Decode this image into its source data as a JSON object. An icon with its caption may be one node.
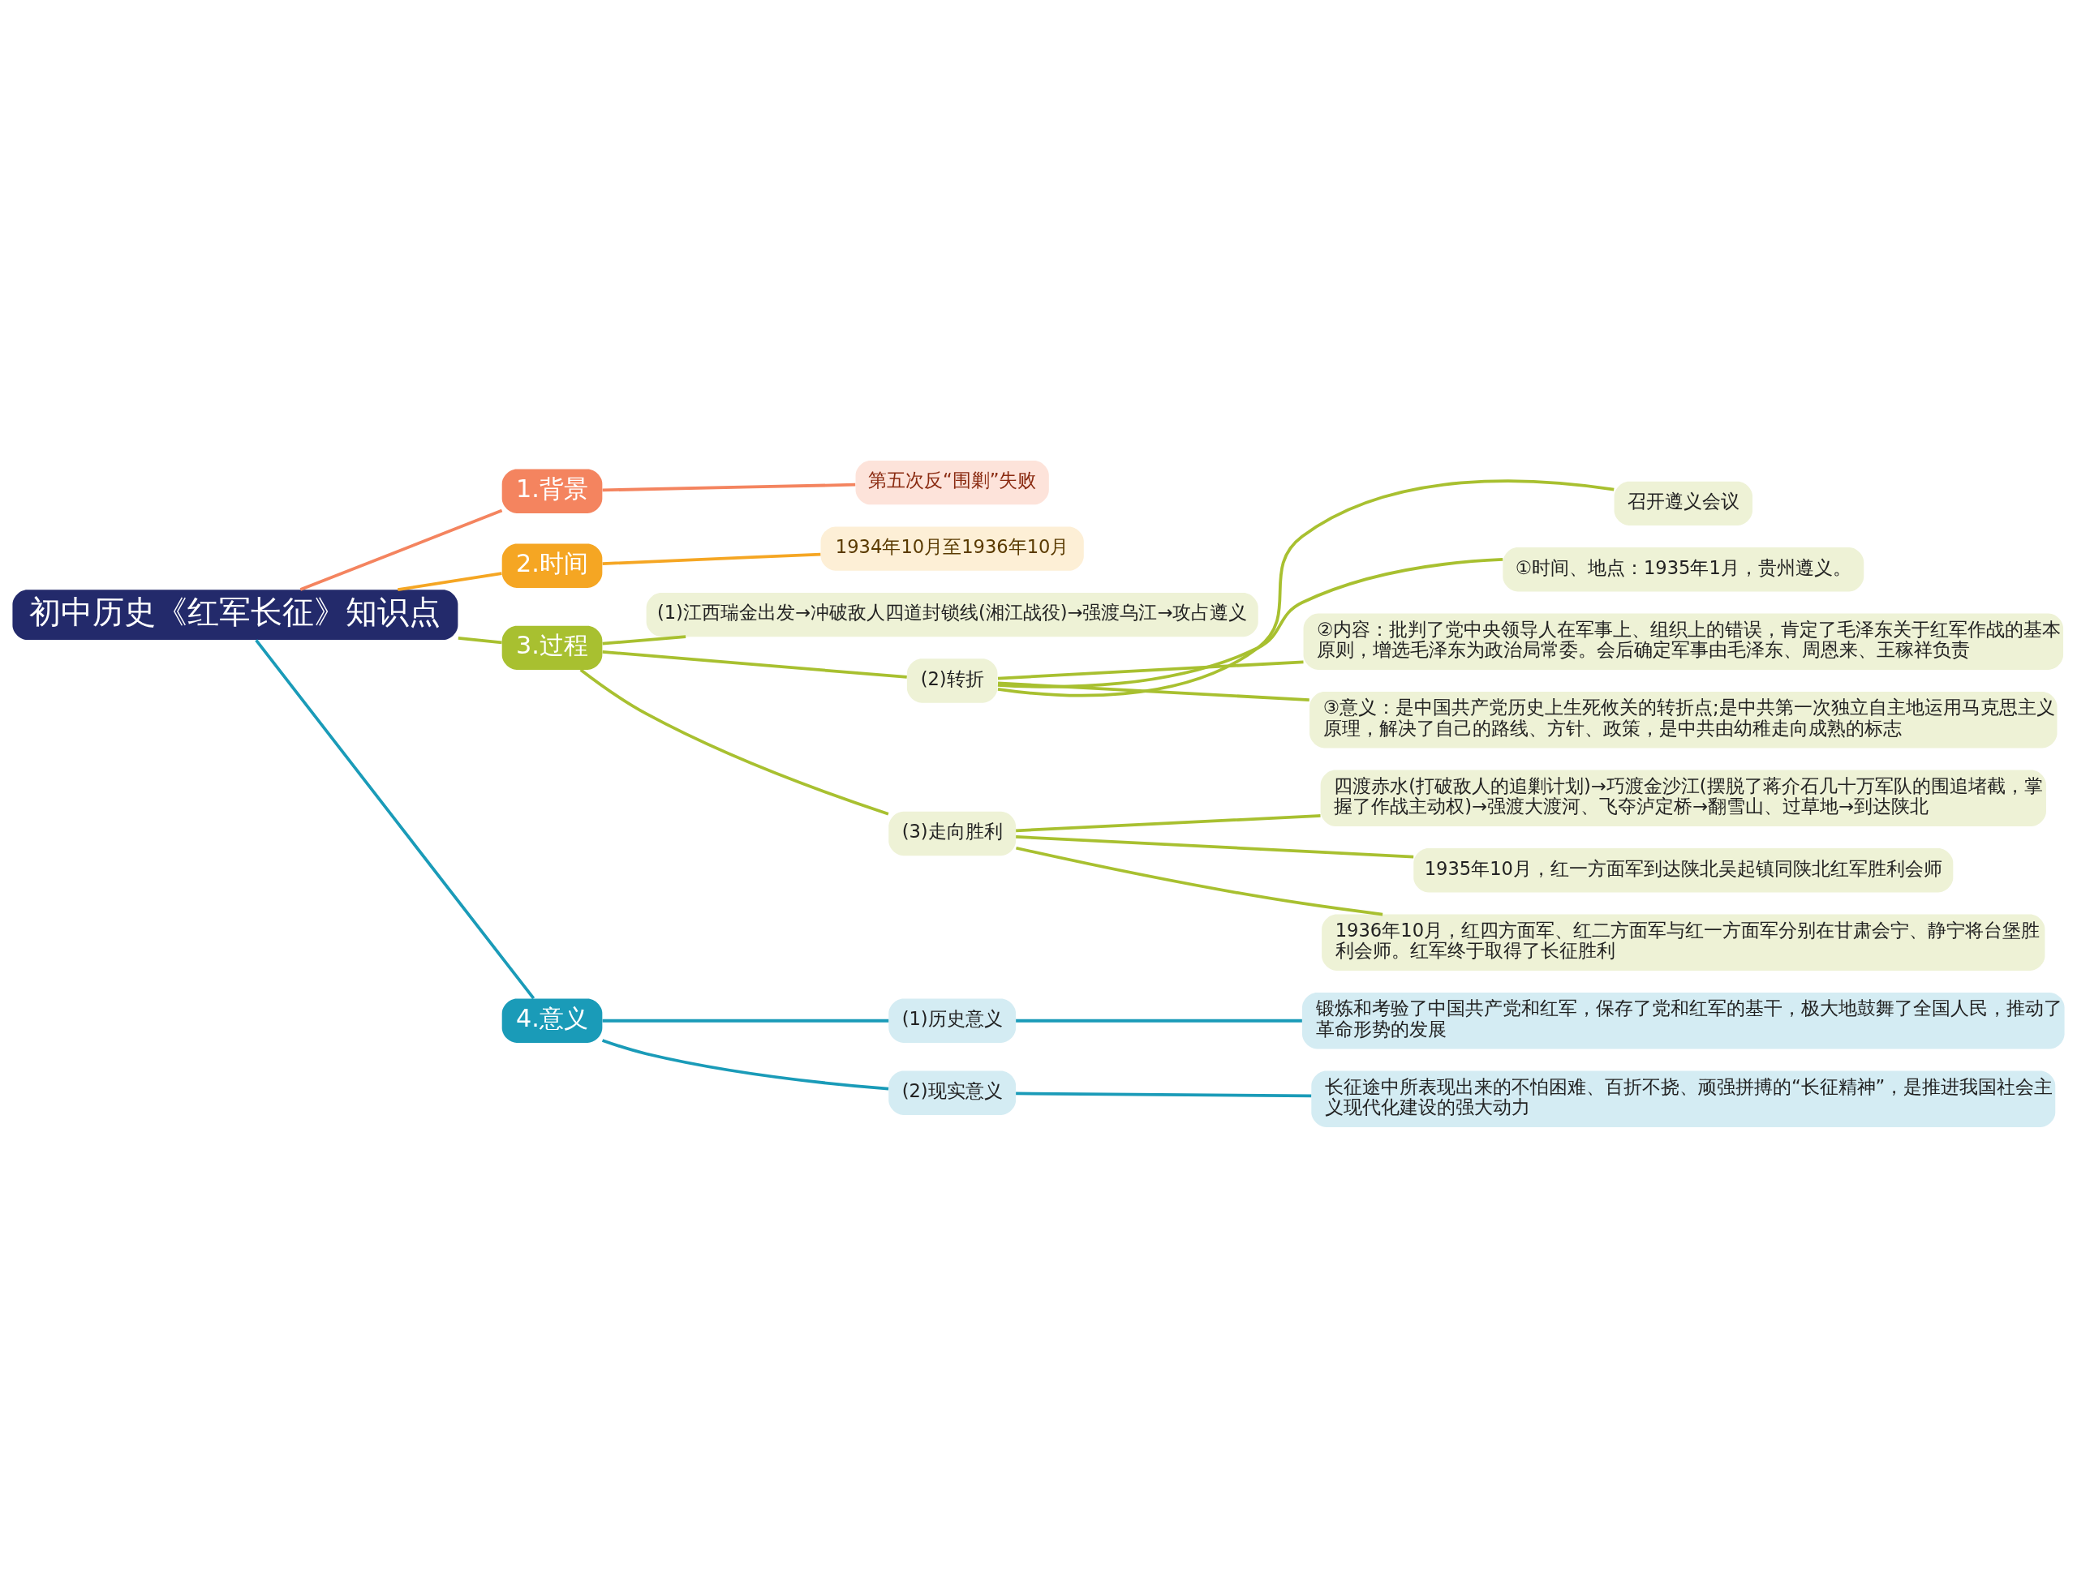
{
  "diagram": {
    "nodes": [
      {
        "text": [
          "初中历史《红军长征》知识点"
        ]
      },
      {
        "text": [
          "1.背景"
        ]
      },
      {
        "text": [
          "第五次反“围剿”失败"
        ]
      },
      {
        "text": [
          "2.时间"
        ]
      },
      {
        "text": [
          "1934年10月至1936年10月"
        ]
      },
      {
        "text": [
          "3.过程"
        ]
      },
      {
        "text": [
          "(1)江西瑞金出发→冲破敌人四道封锁线(湘江战役)→强渡乌江→攻占遵义"
        ]
      },
      {
        "text": [
          "(2)转折"
        ]
      },
      {
        "text": [
          "召开遵义会议"
        ]
      },
      {
        "text": [
          "①时间、地点：1935年1月，贵州遵义。"
        ]
      },
      {
        "text": [
          "②内容：批判了党中央领导人在军事上、组织上的错误，肯定了毛泽东关于红军作战的基本原则，增选毛泽东为政治局常委。会后确定军事由毛泽东、周恩来、王稼祥负责"
        ]
      },
      {
        "text": [
          "③意义：是中国共产党历史上生死攸关的转折点;是中共第一次独立自主地运用马克思主义原理，解决了自己的路线、方针、政策，是中共由幼稚走向成熟的标志"
        ]
      },
      {
        "text": [
          "(3)走向胜利"
        ]
      },
      {
        "text": [
          "四渡赤水(打破敌人的追剿计划)→巧渡金沙江(摆脱了蒋介石几十万军队的围追堵截，掌握了作战主动权)→强渡大渡河、飞夺泸定桥→翻雪山、过草地→到达陕北"
        ]
      },
      {
        "text": [
          "1935年10月，红一方面军到达陕北吴起镇同陕北红军胜利会师"
        ]
      },
      {
        "text": [
          "1936年10月，红四方面军、红二方面军与红一方面军分别在甘肃会宁、静宁将台堡胜利会师。红军终于取得了长征胜利"
        ]
      },
      {
        "text": [
          "4.意义"
        ]
      },
      {
        "text": [
          "(1)历史意义"
        ]
      },
      {
        "text": [
          "锻炼和考验了中国共产党和红军，保存了党和红军的基干，极大地鼓舞了全国人民，推动了革命形势的发展"
        ]
      },
      {
        "text": [
          "(2)现实意义"
        ]
      },
      {
        "text": [
          "长征途中所表现出来的不怕困难、百折不挠、顽强拼搏的“长征精神”，是推进我国社会主义现代化建设的强大动力"
        ]
      }
    ],
    "edges": [
      {
        "from": 0,
        "to": 1,
        "arrow": "none",
        "color": "#f4845f"
      },
      {
        "from": 1,
        "to": 2,
        "arrow": "none",
        "color": "#f4845f"
      },
      {
        "from": 0,
        "to": 3,
        "arrow": "none",
        "color": "#f5a623"
      },
      {
        "from": 3,
        "to": 4,
        "arrow": "none",
        "color": "#f5a623"
      },
      {
        "from": 0,
        "to": 5,
        "arrow": "none",
        "color": "#a8c030"
      },
      {
        "from": 5,
        "to": 6,
        "arrow": "none",
        "color": "#a8c030"
      },
      {
        "from": 5,
        "to": 7,
        "arrow": "none",
        "color": "#a8c030"
      },
      {
        "from": 7,
        "to": 8,
        "arrow": "none",
        "color": "#a8c030"
      },
      {
        "from": 7,
        "to": 9,
        "arrow": "none",
        "color": "#a8c030"
      },
      {
        "from": 7,
        "to": 10,
        "arrow": "none",
        "color": "#a8c030"
      },
      {
        "from": 7,
        "to": 11,
        "arrow": "none",
        "color": "#a8c030"
      },
      {
        "from": 5,
        "to": 12,
        "arrow": "none",
        "color": "#a8c030"
      },
      {
        "from": 12,
        "to": 13,
        "arrow": "none",
        "color": "#a8c030"
      },
      {
        "from": 12,
        "to": 14,
        "arrow": "none",
        "color": "#a8c030"
      },
      {
        "from": 12,
        "to": 15,
        "arrow": "none",
        "color": "#a8c030"
      },
      {
        "from": 0,
        "to": 16,
        "arrow": "none",
        "color": "#1a9bb8"
      },
      {
        "from": 16,
        "to": 17,
        "arrow": "none",
        "color": "#1a9bb8"
      },
      {
        "from": 17,
        "to": 18,
        "arrow": "none",
        "color": "#1a9bb8"
      },
      {
        "from": 16,
        "to": 19,
        "arrow": "none",
        "color": "#1a9bb8"
      },
      {
        "from": 19,
        "to": 20,
        "arrow": "none",
        "color": "#1a9bb8"
      }
    ]
  }
}
